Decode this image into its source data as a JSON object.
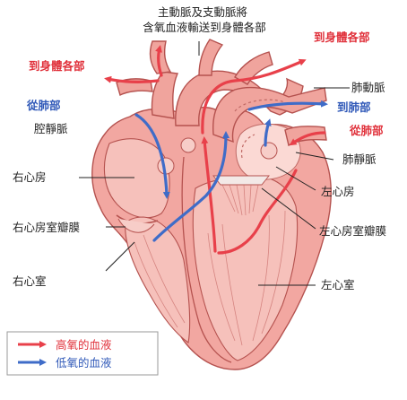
{
  "title": {
    "line1": "主動脈及支動脈將",
    "line2": "含氧血液輸送到身體各部"
  },
  "labels": {
    "to_body_right": "到身體各部",
    "to_body_left": "到身體各部",
    "from_lung_left": "從肺部",
    "vena_cava": "腔靜脈",
    "right_atrium": "右心房",
    "right_av_valve": "右心房室瓣膜",
    "right_ventricle": "右心室",
    "pulmonary_artery": "肺動脈",
    "to_lung": "到肺部",
    "from_lung_right": "從肺部",
    "pulmonary_vein": "肺靜脈",
    "left_atrium": "左心房",
    "left_av_valve": "左心房室瓣膜",
    "left_ventricle": "左心室"
  },
  "legend": {
    "high_oxygen": "高氧的血液",
    "low_oxygen": "低氧的血液"
  },
  "colors": {
    "oxygenated": "#e8404a",
    "deoxygenated": "#3f6cc8",
    "heart_tissue": "#f2a7a1",
    "outline": "#b5524f"
  }
}
